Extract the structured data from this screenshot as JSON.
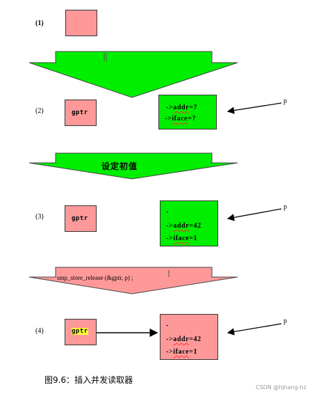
{
  "steps": [
    {
      "label": "(1)"
    },
    {
      "label": "(2)",
      "gptr": "gptr",
      "fields": [
        "->addr=?",
        "->iface=?"
      ],
      "pointer": "p"
    },
    {
      "label": "(3)",
      "gptr": "gptr",
      "dash": "-",
      "fields": [
        "->addr=42",
        "->iface=1"
      ],
      "pointer": "p"
    },
    {
      "label": "(4)",
      "gptr": "gptr",
      "dash": "-",
      "fields": [
        "->addr=42",
        "->iface=1"
      ],
      "pointer": "p"
    }
  ],
  "transitions": {
    "init_text": "设定初值",
    "release_text": "smp_store_release (&gptr, p) ;"
  },
  "caption": "图9.6：插入并发读取器",
  "watermark": "CSDN @hjhang-hz",
  "colors": {
    "pink": "#ff9999",
    "green": "#00ee00",
    "highlight": "#ffff33"
  }
}
